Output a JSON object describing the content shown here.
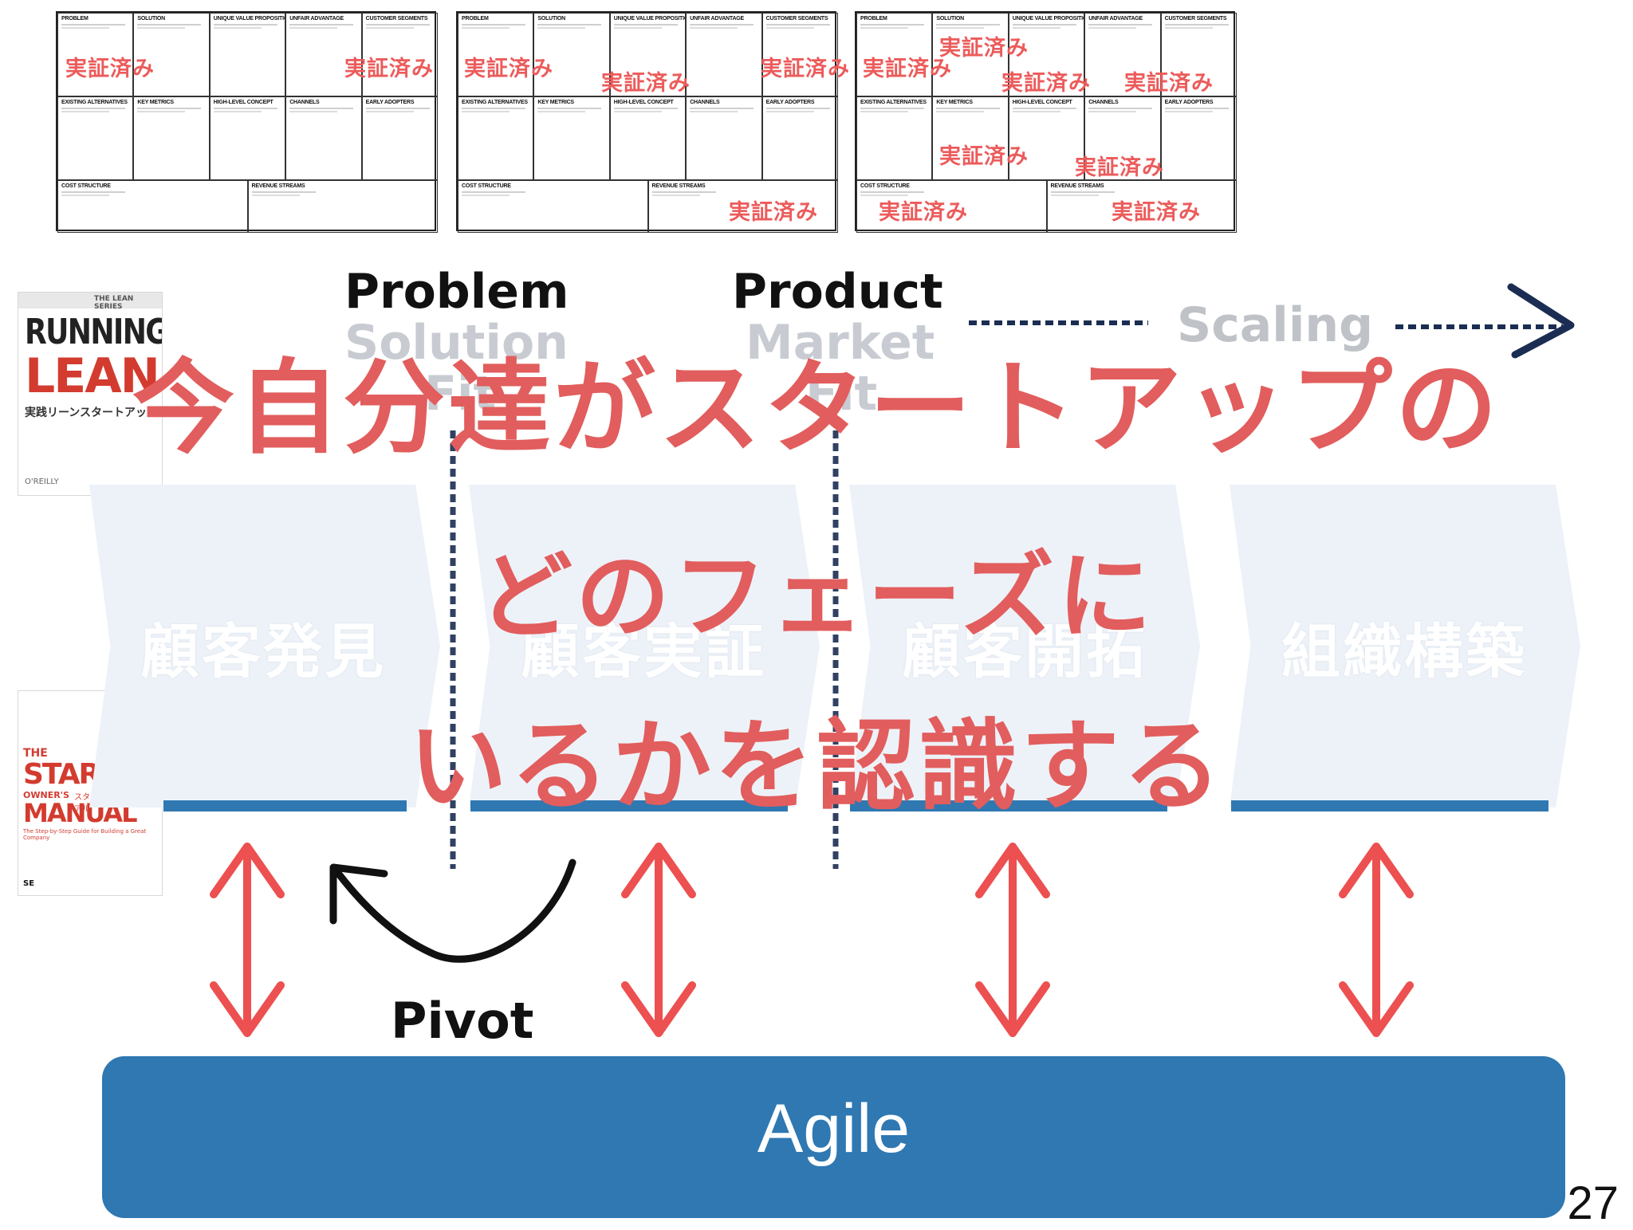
{
  "canvas_labels": {
    "problem": "PROBLEM",
    "solution": "SOLUTION",
    "uvp": "UNIQUE VALUE PROPOSITION",
    "unfair": "UNFAIR ADVANTAGE",
    "segments": "CUSTOMER SEGMENTS",
    "metrics": "KEY METRICS",
    "channels": "CHANNELS",
    "alternatives": "EXISTING ALTERNATIVES",
    "concept": "HIGH-LEVEL CONCEPT",
    "adopters": "EARLY ADOPTERS",
    "cost": "COST STRUCTURE",
    "revenue": "REVENUE STREAMS"
  },
  "validated_label": "実証済み",
  "books": {
    "running_lean": {
      "series": "THE LEAN SERIES",
      "title_a": "RUNNING",
      "title_b": "LEAN",
      "subtitle": "実践リーンスタートアップ",
      "publisher": "O'REILLY"
    },
    "startup_manual": {
      "title_a": "THE",
      "title_b": "STARTUP",
      "title_c": "OWNER'S",
      "title_d": "MANUAL",
      "subtitle": "スタートアップ・マニュアル",
      "tagline": "The Step-by-Step Guide for Building a Great Company",
      "publisher": "SE"
    }
  },
  "phases_top": {
    "psf_line1": "Problem",
    "psf_line2": "Solution",
    "psf_line3": "Fit",
    "pmf_line1": "Product",
    "pmf_line2": "Market",
    "pmf_line3": "Fit",
    "scaling": "Scaling"
  },
  "phases": [
    "顧客発見",
    "顧客実証",
    "顧客開拓",
    "組織構築"
  ],
  "overlay": {
    "line1": "今自分達がスタートアップの",
    "line2": "どのフェーズに",
    "line3": "いるかを認識する"
  },
  "pivot_label": "Pivot",
  "agile_label": "Agile",
  "page_number": "27",
  "colors": {
    "accent_red": "#e25d5d",
    "agile_blue": "#2f78b2",
    "navy": "#1b2d52"
  }
}
